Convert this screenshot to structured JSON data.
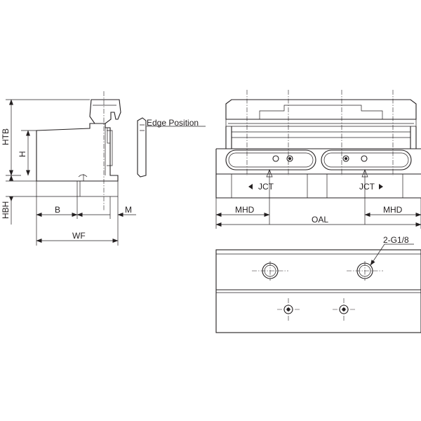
{
  "labels": {
    "htb": "HTB",
    "h": "H",
    "hbh": "HBH",
    "edge_position": "Edge Position",
    "b": "B",
    "m": "M",
    "wf": "WF",
    "jct_left": "JCT",
    "jct_right": "JCT",
    "mhd_left": "MHD",
    "mhd_right": "MHD",
    "oal": "OAL",
    "port": "2-G1/8"
  },
  "colors": {
    "line": "#231f20",
    "background": "#ffffff"
  }
}
